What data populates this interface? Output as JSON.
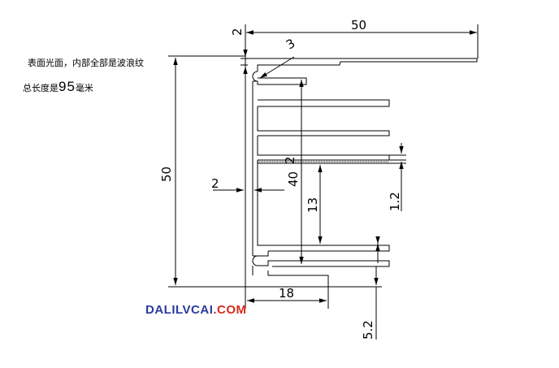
{
  "notes": {
    "line1": "表面光面，内部全部是波浪纹",
    "line2_prefix": "总长度是",
    "line2_value": "95",
    "line2_suffix": "毫米"
  },
  "dimensions": {
    "top_width": "50",
    "top_wall": "2",
    "fillet_radius": "3",
    "overall_height": "50",
    "wall_thickness": "2",
    "inner_height": "40",
    "gap_small": "2",
    "slot_depth": "13",
    "fin_thickness": "1.2",
    "bottom_width": "18",
    "bottom_height": "5.2"
  },
  "watermark": {
    "part_a": "DALILVCAI",
    "part_b": ".COM"
  },
  "colors": {
    "watermark_blue": "#2a3a9e",
    "watermark_red": "#d62a1e"
  }
}
